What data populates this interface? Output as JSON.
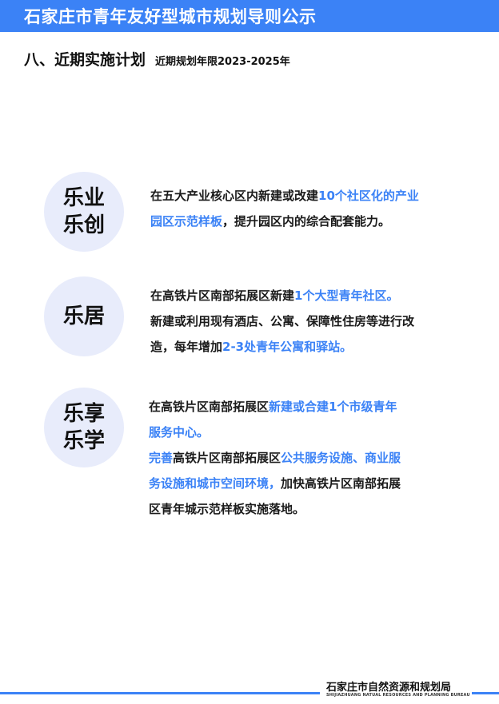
{
  "header": {
    "title": "石家庄市青年友好型城市规划导则公示"
  },
  "section": {
    "title": "八、近期实施计划",
    "subtitle": "近期规划年限2023-2025年"
  },
  "items": [
    {
      "label_lines": [
        "乐业",
        "乐创"
      ],
      "lines": [
        [
          {
            "t": "在五大产业核心区内新建或改建",
            "h": false
          },
          {
            "t": "10个社区化的产业",
            "h": true
          }
        ],
        [
          {
            "t": "园区示范样板",
            "h": true
          },
          {
            "t": "，提升园区内的综合配套能力。",
            "h": false
          }
        ]
      ]
    },
    {
      "label_lines": [
        "乐居"
      ],
      "lines": [
        [
          {
            "t": "在高铁片区南部拓展区新建",
            "h": false
          },
          {
            "t": "1个大型青年社区。",
            "h": true
          }
        ],
        [
          {
            "t": "新建或利用现有酒店、公寓、保障性住房等进行改",
            "h": false
          }
        ],
        [
          {
            "t": "造，每年增加",
            "h": false
          },
          {
            "t": "2-3处青年公寓和驿站。",
            "h": true
          }
        ]
      ]
    },
    {
      "label_lines": [
        "乐享",
        "乐学"
      ],
      "lines": [
        [
          {
            "t": "在高铁片区南部拓展区",
            "h": false
          },
          {
            "t": "新建或合建1个市级青年",
            "h": true
          }
        ],
        [
          {
            "t": "服务中心。",
            "h": true
          }
        ],
        [
          {
            "t": "完善",
            "h": true
          },
          {
            "t": "高铁片区南部拓展区",
            "h": false
          },
          {
            "t": "公共服务设施、商业服",
            "h": true
          }
        ],
        [
          {
            "t": "务设施和城市空间环境，",
            "h": true
          },
          {
            "t": "加快高铁片区南部拓展",
            "h": false
          }
        ],
        [
          {
            "t": "区青年城示范样板实施落地。",
            "h": false
          }
        ]
      ]
    }
  ],
  "footer": {
    "org_cn": "石家庄市自然资源和规划局",
    "org_en": "SHIJIAZHUANG NATUAL RESOURCES AND PLANNING BUREAU"
  },
  "colors": {
    "accent": "#3b82f6",
    "circle_bg": "#e8ecfb"
  }
}
